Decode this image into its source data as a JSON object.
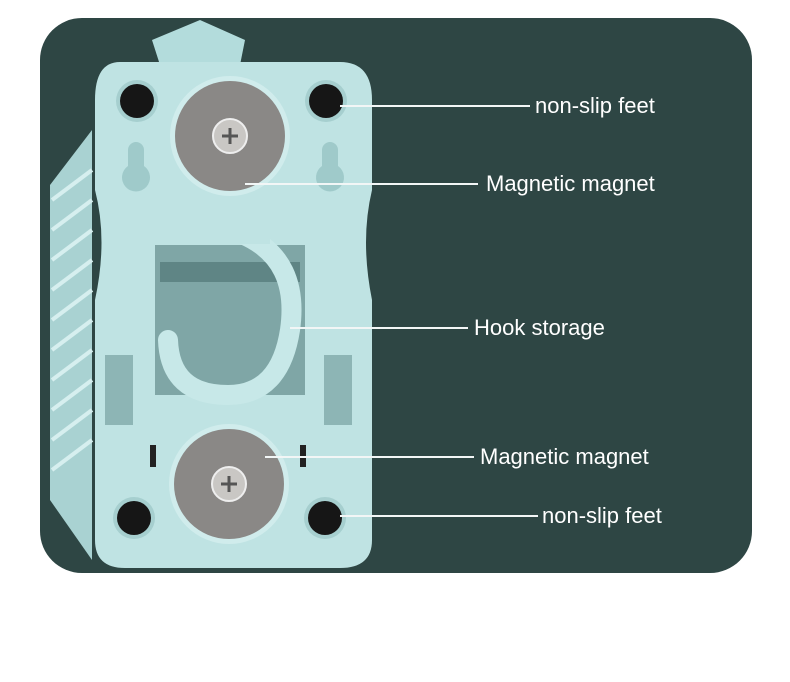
{
  "callouts": [
    {
      "label": "non-slip feet"
    },
    {
      "label": "Magnetic magnet"
    },
    {
      "label": "Hook storage"
    },
    {
      "label": "Magnetic magnet"
    },
    {
      "label": "non-slip feet"
    }
  ],
  "colors": {
    "background": "#2e4644",
    "device": "#bfe3e3",
    "magnet": "#8a8886",
    "feet": "#161616"
  }
}
